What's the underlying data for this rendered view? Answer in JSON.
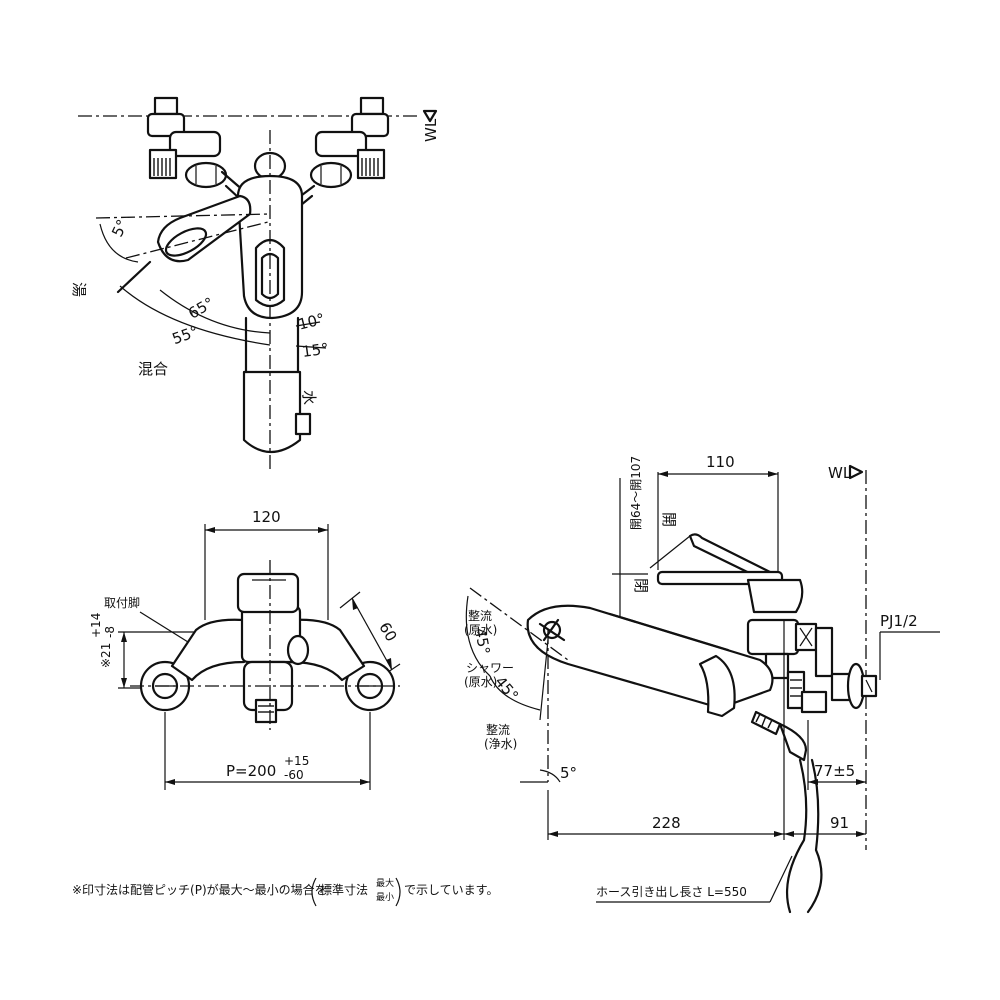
{
  "top_view": {
    "wl": "WL",
    "hot": "湯",
    "mix": "混合",
    "cold": "水",
    "angle_5": "5°",
    "angle_65": "65°",
    "angle_55": "55°",
    "angle_10": "10°",
    "angle_15": "15°"
  },
  "front_view": {
    "dim_120": "120",
    "dim_60": "60",
    "mount_label": "取付脚",
    "eccentric": "※21",
    "eccentric_plus": "+14",
    "eccentric_minus": "-8",
    "pitch": "P=200",
    "pitch_plus": "+15",
    "pitch_minus": "-60"
  },
  "side_view": {
    "wl": "WL",
    "dim_110": "110",
    "handle_range": "開64～開107",
    "open": "開",
    "close": "閉",
    "pj": "PJ1/2",
    "seiryu": "整流",
    "gensui_1": "(原水)",
    "shower": "シャワー",
    "gensui_2": "(原水)",
    "seiryu_2": "整流",
    "jousui": "(浄水)",
    "angle_45a": "45°",
    "angle_45b": "45°",
    "angle_5": "5°",
    "dim_77": "77±5",
    "dim_228": "228",
    "dim_91": "91",
    "hose_length": "ホース引き出し長さ L=550"
  },
  "footnote": {
    "text_1": "※印寸法は配管ピッチ(P)が最大～最小の場合を",
    "text_2": "標準寸法",
    "text_3": "最大",
    "text_4": "最小",
    "text_5": "で示しています。"
  }
}
